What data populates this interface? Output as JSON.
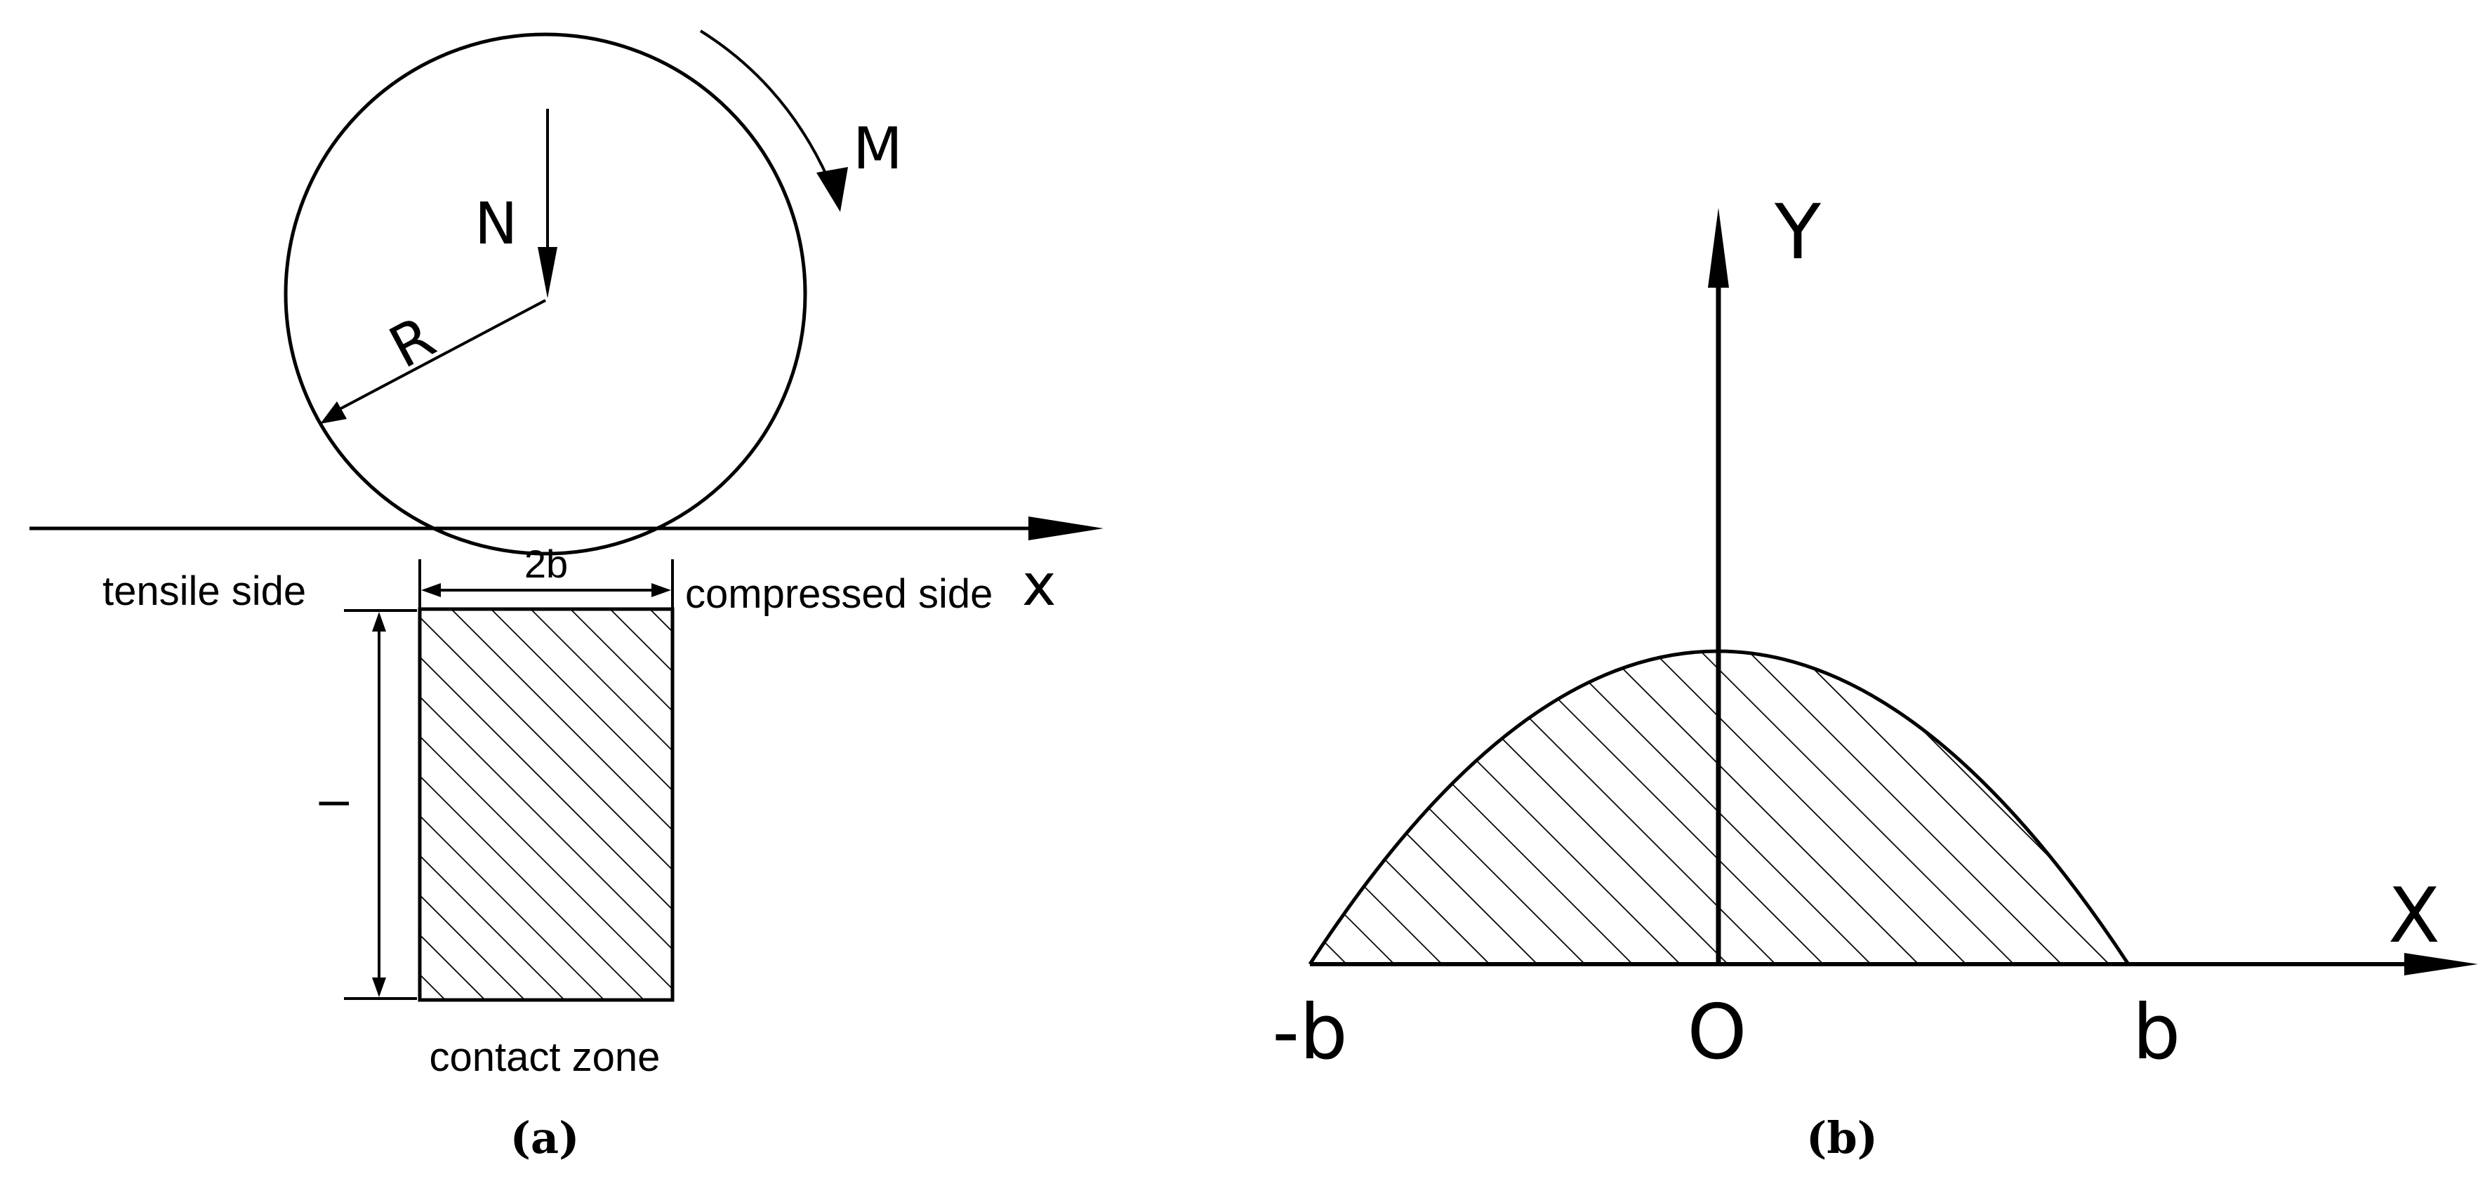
{
  "panel_a": {
    "caption": "(a)",
    "load_label": "N",
    "moment_label": "M",
    "radius_label": "R",
    "axis_label": "x",
    "width_label": "2b",
    "tensile_label": "tensile side",
    "compressed_label": "compressed side",
    "length_label": "l",
    "zone_label": "contact zone"
  },
  "panel_b": {
    "caption": "(b)",
    "y_axis_label": "Y",
    "x_axis_label": "X",
    "left_tick": "-b",
    "origin_tick": "O",
    "right_tick": "b"
  },
  "colors": {
    "ink": "#000000",
    "background": "#ffffff"
  }
}
